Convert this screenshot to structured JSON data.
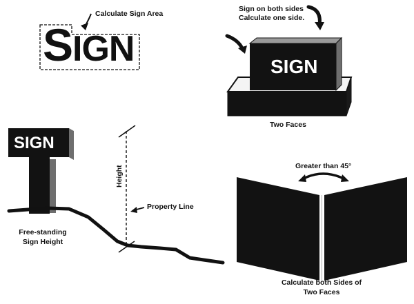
{
  "sign_area": {
    "callout": "Calculate Sign Area",
    "sign_text_first": "S",
    "sign_text_rest": "IGN"
  },
  "two_faces_box": {
    "callout_line1": "Sign on both sides",
    "callout_line2": "Calculate one side.",
    "sign_text": "SIGN",
    "caption": "Two Faces"
  },
  "freestanding": {
    "sign_text": "SIGN",
    "height_label": "Height",
    "property_line_label": "Property Line",
    "caption_line1": "Free-standing",
    "caption_line2": "Sign Height"
  },
  "angled_faces": {
    "angle_label": "Greater than 45°",
    "caption_line1": "Calculate both Sides of",
    "caption_line2": "Two Faces"
  },
  "colors": {
    "ink": "#111111",
    "sign_face": "#121212",
    "sign_side": "#6e6e6e",
    "background": "#ffffff"
  }
}
